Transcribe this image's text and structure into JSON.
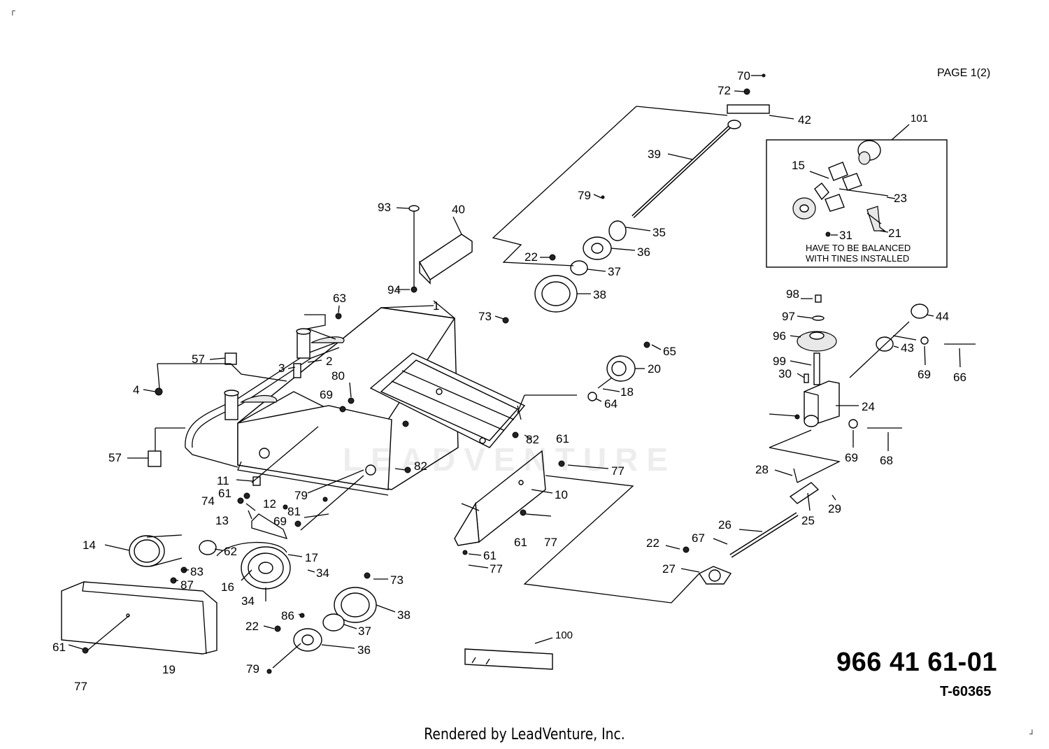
{
  "page_label": "PAGE 1(2)",
  "part_number": "966 41 61-01",
  "drawing_number": "T-60365",
  "footer": "Rendered by LeadVenture, Inc.",
  "watermark": "LEADVENTURE",
  "inset_note_line1": "HAVE TO BE BALANCED",
  "inset_note_line2": "WITH TINES INSTALLED",
  "callouts": {
    "c1": "1",
    "c2": "2",
    "c3": "3",
    "c4": "4",
    "c10": "10",
    "c11": "11",
    "c12": "12",
    "c13": "13",
    "c14": "14",
    "c15": "15",
    "c16": "16",
    "c17": "17",
    "c18": "18",
    "c19": "19",
    "c20": "20",
    "c21": "21",
    "c22a": "22",
    "c22b": "22",
    "c22c": "22",
    "c23": "23",
    "c24": "24",
    "c25": "25",
    "c26": "26",
    "c27": "27",
    "c28": "28",
    "c29": "29",
    "c30": "30",
    "c31": "31",
    "c34a": "34",
    "c34b": "34",
    "c35": "35",
    "c36a": "36",
    "c36b": "36",
    "c37a": "37",
    "c37b": "37",
    "c38a": "38",
    "c38b": "38",
    "c39": "39",
    "c40": "40",
    "c42": "42",
    "c43": "43",
    "c44": "44",
    "c57a": "57",
    "c57b": "57",
    "c61a": "61",
    "c61b": "61",
    "c61c": "61",
    "c61d": "61",
    "c61e": "61",
    "c62": "62",
    "c63": "63",
    "c64": "64",
    "c65": "65",
    "c66": "66",
    "c67": "67",
    "c68": "68",
    "c69a": "69",
    "c69b": "69",
    "c69c": "69",
    "c69d": "69",
    "c70": "70",
    "c72": "72",
    "c73a": "73",
    "c73b": "73",
    "c74": "74",
    "c77a": "77",
    "c77b": "77",
    "c77c": "77",
    "c77d": "77",
    "c79a": "79",
    "c79b": "79",
    "c79c": "79",
    "c80": "80",
    "c81": "81",
    "c82a": "82",
    "c82b": "82",
    "c83": "83",
    "c86": "86",
    "c87": "87",
    "c93": "93",
    "c94": "94",
    "c96": "96",
    "c97": "97",
    "c98": "98",
    "c99": "99",
    "c100": "100",
    "c101": "101"
  }
}
